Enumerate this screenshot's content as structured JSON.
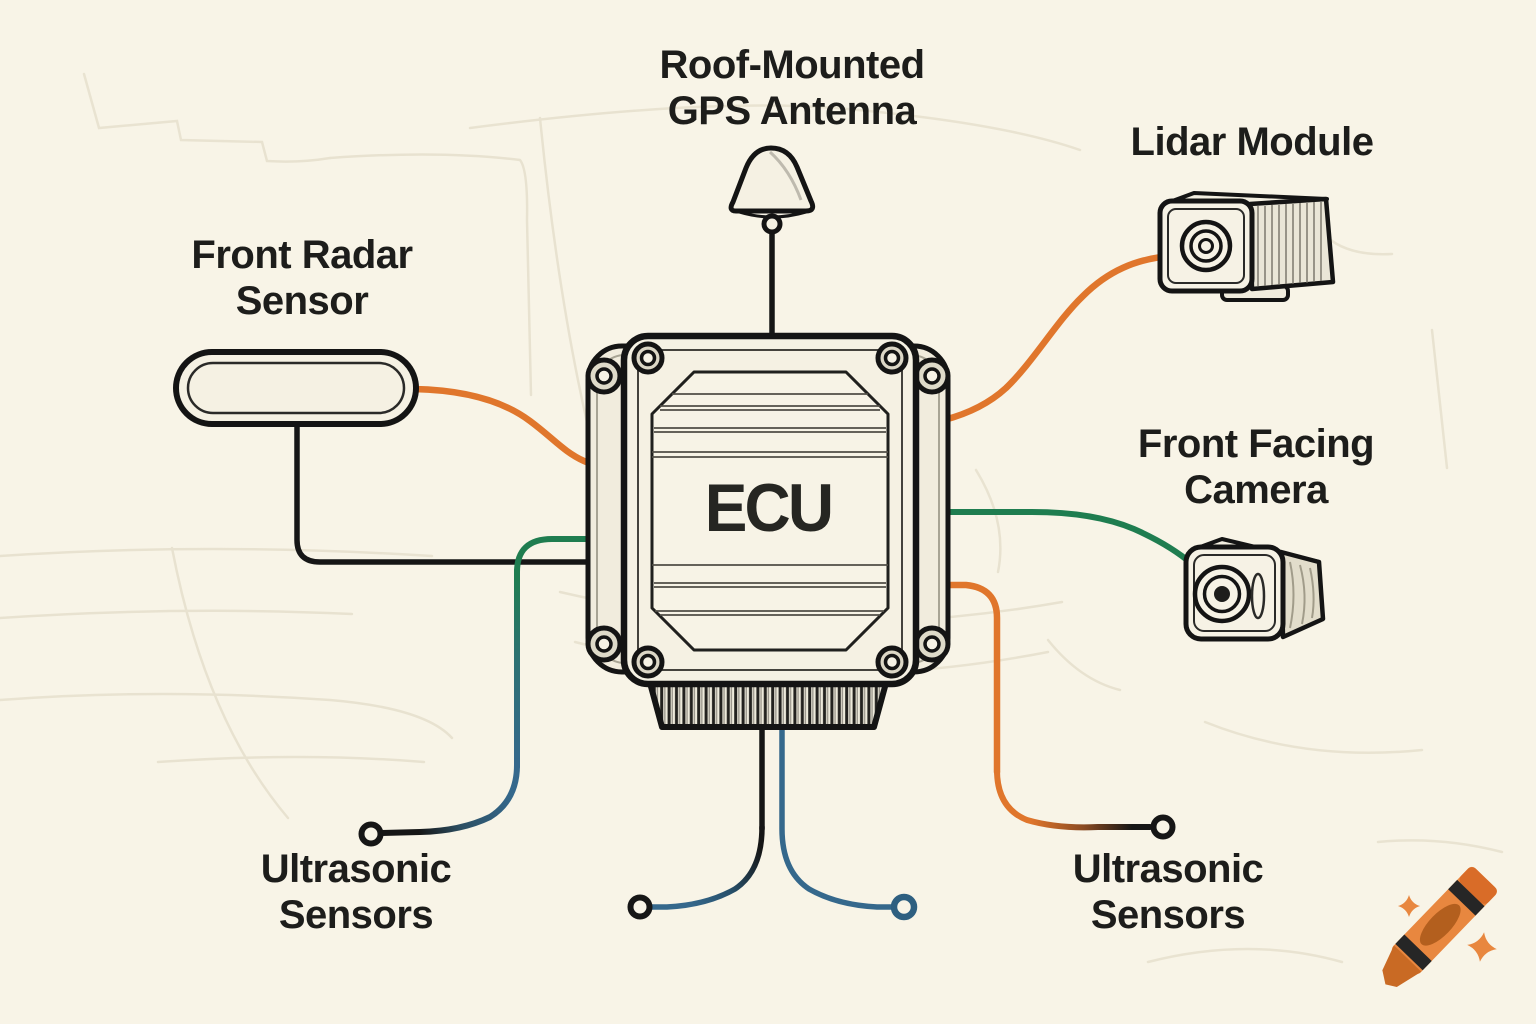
{
  "meta": {
    "alt": "Hand-drawn automotive ADAS wiring diagram on cream paper"
  },
  "colors": {
    "background": "#f8f4e7",
    "ink": "#161616",
    "wire_orange": "#e0762c",
    "wire_green": "#1f7d50",
    "wire_blue": "#35688c",
    "metal": "#f5f1e3",
    "metal_dark": "#dedac9",
    "sketch": "#e7e1ce",
    "crayon_orange": "#e8873f",
    "crayon_dark": "#b35f1e"
  },
  "ecu": {
    "label": "ECU"
  },
  "nodes": {
    "gps": {
      "line1": "Roof-Mounted",
      "line2": "GPS Antenna",
      "icon": "gps-antenna-icon"
    },
    "lidar": {
      "line1": "Lidar Module",
      "icon": "lidar-module-icon"
    },
    "radar": {
      "line1": "Front Radar",
      "line2": "Sensor",
      "icon": "radar-sensor-icon"
    },
    "camera": {
      "line1": "Front Facing",
      "line2": "Camera",
      "icon": "front-camera-icon"
    },
    "ultrasonic_left": {
      "line1": "Ultrasonic",
      "line2": "Sensors"
    },
    "ultrasonic_right": {
      "line1": "Ultrasonic",
      "line2": "Sensors"
    }
  },
  "connections": [
    {
      "from": "Roof-Mounted GPS Antenna",
      "to": "ECU",
      "wire": "black"
    },
    {
      "from": "Front Radar Sensor",
      "to": "ECU",
      "wire": "orange"
    },
    {
      "from": "Front Radar Sensor",
      "to": "ECU",
      "wire": "black"
    },
    {
      "from": "Lidar Module",
      "to": "ECU",
      "wire": "orange"
    },
    {
      "from": "Front Facing Camera",
      "to": "ECU",
      "wire": "green"
    },
    {
      "from": "Ultrasonic Sensors (left)",
      "to": "ECU",
      "wire": "green-blue-black"
    },
    {
      "from": "Ultrasonic Sensors (bottom)",
      "to": "ECU",
      "wire": "black-blue / blue"
    },
    {
      "from": "Ultrasonic Sensors (right)",
      "to": "ECU",
      "wire": "orange-black"
    }
  ],
  "logo": {
    "name": "crayon-logo"
  }
}
